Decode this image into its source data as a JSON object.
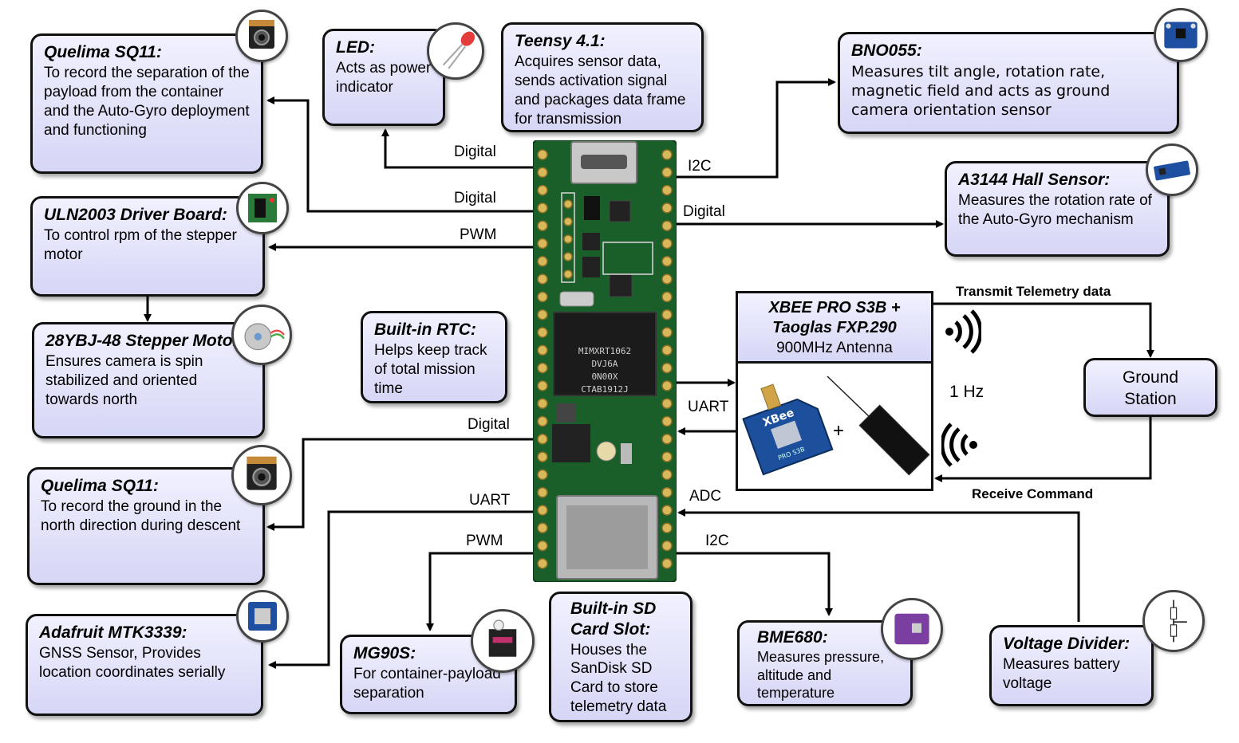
{
  "boxes": {
    "cam1": {
      "title": "Quelima SQ11:",
      "desc": "To record the separation of the payload from the container and the Auto-Gyro deployment and functioning"
    },
    "led": {
      "title": "LED:",
      "desc": "Acts as power indicator"
    },
    "teensy": {
      "title": "Teensy 4.1:",
      "desc": "Acquires sensor data, sends activation signal and packages data frame for transmission"
    },
    "bno": {
      "title": "BNO055:",
      "desc": "Measures tilt angle, rotation rate, magnetic field and acts as ground camera orientation sensor"
    },
    "hall": {
      "title": "A3144 Hall Sensor:",
      "desc": "Measures the rotation rate of the Auto-Gyro mechanism"
    },
    "uln": {
      "title": "ULN2003 Driver Board:",
      "desc": "To control rpm of the stepper motor"
    },
    "stepper": {
      "title": "28YBJ-48 Stepper Motor:",
      "desc": "Ensures camera is spin stabilized and oriented towards north"
    },
    "rtc": {
      "title": "Built-in RTC:",
      "desc": "Helps keep track of total mission time"
    },
    "xbee": {
      "title": "XBEE PRO S3B + Taoglas FXP.290",
      "desc": "900MHz Antenna"
    },
    "ground": {
      "desc": "Ground Station"
    },
    "cam2": {
      "title": "Quelima SQ11:",
      "desc": "To record the ground in the north direction during descent"
    },
    "gps": {
      "title": "Adafruit MTK3339:",
      "desc": "GNSS Sensor, Provides location coordinates serially"
    },
    "servo": {
      "title": "MG90S:",
      "desc": "For container-payload separation"
    },
    "sd": {
      "title": "Built-in SD Card Slot:",
      "desc": "Houses the SanDisk SD Card to store telemetry data"
    },
    "bme": {
      "title": "BME680:",
      "desc": "Measures pressure, altitude and temperature"
    },
    "vdiv": {
      "title": "Voltage Divider:",
      "desc": "Measures battery voltage"
    }
  },
  "signals": {
    "digital_led": "Digital",
    "digital_cam1": "Digital",
    "pwm_uln": "PWM",
    "i2c_bno": "I2C",
    "digital_hall": "Digital",
    "uart_xbee": "UART",
    "digital_cam2": "Digital",
    "uart_gps": "UART",
    "pwm_servo": "PWM",
    "adc_vdiv": "ADC",
    "i2c_bme": "I2C"
  },
  "links": {
    "transmit": "Transmit Telemetry data",
    "receive": "Receive Command",
    "rate": "1 Hz"
  },
  "board": {
    "chip_lines": [
      "MIMXRT1062",
      "DVJ6A",
      "0N00X",
      "CTAB1912J"
    ],
    "xbee_label": "XBee",
    "xbee_sub": "PRO S3B",
    "plus": "+"
  },
  "colors": {
    "box_fill_top": "#f1f1ff",
    "box_fill_bottom": "#d6d6f6",
    "pcb": "#1a5f2a",
    "pad": "#d9b85c"
  }
}
